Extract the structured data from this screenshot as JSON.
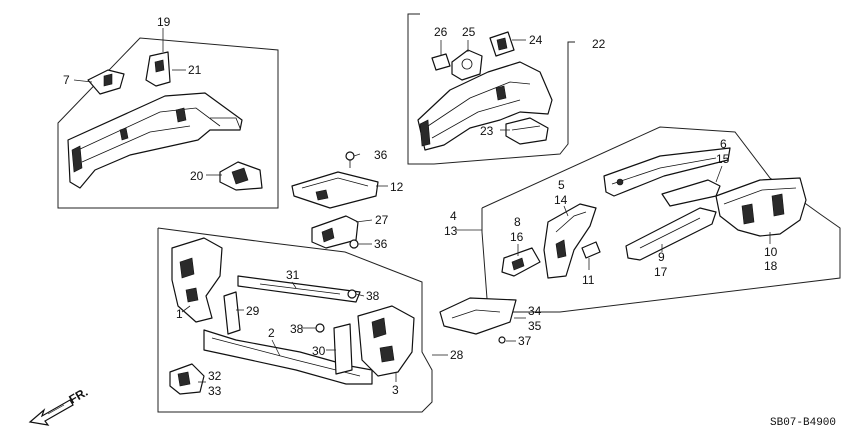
{
  "labels": {
    "l1": "1",
    "l2": "2",
    "l3": "3",
    "l4": "4",
    "l5": "5",
    "l6": "6",
    "l7": "7",
    "l8": "8",
    "l9": "9",
    "l10": "10",
    "l11": "11",
    "l12": "12",
    "l13": "13",
    "l14": "14",
    "l15": "15",
    "l16": "16",
    "l17": "17",
    "l18": "18",
    "l19": "19",
    "l20": "20",
    "l21": "21",
    "l22": "22",
    "l23": "23",
    "l24": "24",
    "l25": "25",
    "l26": "26",
    "l27": "27",
    "l28": "28",
    "l29": "29",
    "l30": "30",
    "l31": "31",
    "l32": "32",
    "l33": "33",
    "l34": "34",
    "l35": "35",
    "l36a": "36",
    "l36b": "36",
    "l37": "37",
    "l38a": "38",
    "l38b": "38"
  },
  "direction_label": "FR.",
  "diagram_code": "SB07-B4900"
}
